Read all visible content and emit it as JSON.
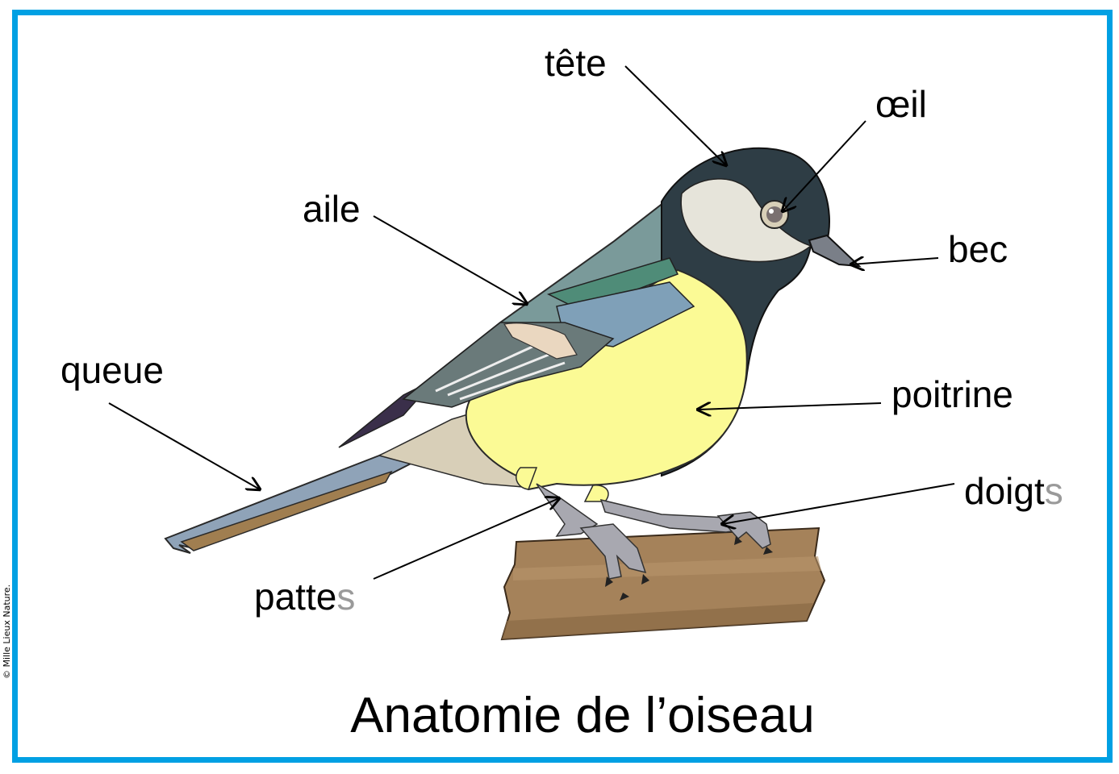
{
  "title": "Anatomie de l’oiseau",
  "copyright": "© Mille Lieux Nature.",
  "frame_color": "#00a0e3",
  "labels": {
    "tete": "tête",
    "oeil": "œil",
    "bec": "bec",
    "aile": "aile",
    "queue": "queue",
    "poitrine": "poitrine",
    "doigts": {
      "stem": "doigt",
      "suffix": "s"
    },
    "pattes": {
      "stem": "patte",
      "suffix": "s"
    }
  },
  "colors": {
    "head": "#2e3d45",
    "cheek": "#e6e4da",
    "breast": "#fbfa95",
    "back": "#7a9a9a",
    "wing_green": "#4f8c78",
    "wing_blue": "#7fa0b8",
    "tail": "#8fa3b8",
    "belly": "#d8cfb8",
    "legs": "#a8a8b0",
    "branch": "#a5825a",
    "plural_suffix": "#9a9a9a"
  }
}
